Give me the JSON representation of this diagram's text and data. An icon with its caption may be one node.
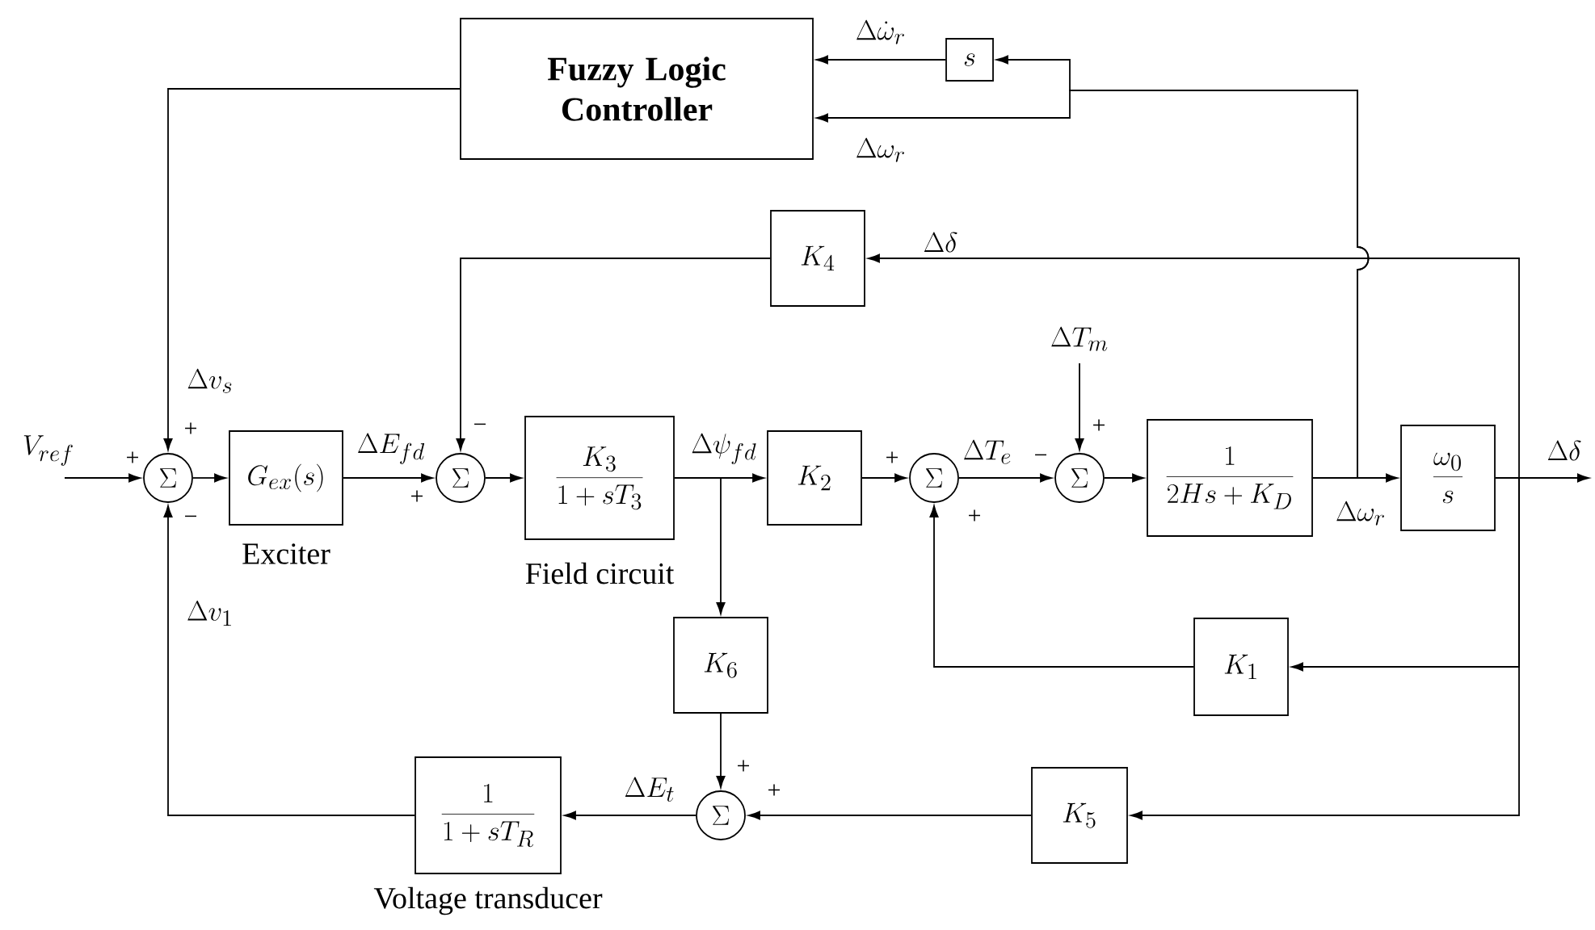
{
  "diagram": {
    "nodes": [
      {
        "text": [
          "Fuzzy Logic Controller"
        ]
      },
      {
        "text": [
          "s"
        ]
      },
      {
        "text": [
          "K_4"
        ]
      },
      {
        "text": [
          "\\Sigma"
        ]
      },
      {
        "text": [
          "G_{ex}(s)"
        ],
        "beside": [
          "Exciter"
        ]
      },
      {
        "text": [
          "\\Sigma"
        ]
      },
      {
        "text": [
          "\\frac{K_3}{1+sT_3}"
        ],
        "beside": [
          "Field circuit"
        ]
      },
      {
        "text": [
          "K_2"
        ]
      },
      {
        "text": [
          "\\Sigma"
        ]
      },
      {
        "text": [
          "\\Sigma"
        ]
      },
      {
        "text": [
          "\\frac{1}{2Hs+K_D}"
        ]
      },
      {
        "text": [
          "\\frac{\\omega_0}{s}"
        ]
      },
      {
        "text": [
          "K_6"
        ]
      },
      {
        "text": [
          "K_1"
        ]
      },
      {
        "text": [
          "\\frac{1}{1+sT_R}"
        ],
        "beside": [
          "Voltage transducer"
        ]
      },
      {
        "text": [
          "\\Sigma"
        ]
      },
      {
        "text": [
          "K_5"
        ]
      }
    ],
    "edges": [
      {
        "from": null,
        "to": 3,
        "arrow": "to",
        "label": "V_{ref}"
      },
      {
        "from": 3,
        "to": 4,
        "arrow": "to"
      },
      {
        "from": 4,
        "to": 5,
        "arrow": "to",
        "label": "\\Delta E_{fd}"
      },
      {
        "from": 5,
        "to": 6,
        "arrow": "to"
      },
      {
        "from": 6,
        "to": 7,
        "arrow": "to",
        "label": "\\Delta\\psi_{fd}"
      },
      {
        "from": 6,
        "to": 12,
        "arrow": "to"
      },
      {
        "from": 7,
        "to": 8,
        "arrow": "to"
      },
      {
        "from": 8,
        "to": 9,
        "arrow": "to",
        "label": "\\Delta T_e"
      },
      {
        "from": null,
        "to": 9,
        "arrow": "to",
        "label": "\\Delta T_m"
      },
      {
        "from": 9,
        "to": 10,
        "arrow": "to"
      },
      {
        "from": 10,
        "to": 11,
        "arrow": "to",
        "label": "\\Delta\\omega_r"
      },
      {
        "from": 11,
        "to": null,
        "arrow": "to",
        "label": "\\Delta\\delta"
      },
      {
        "from": 10,
        "to": 1,
        "arrow": "to"
      },
      {
        "from": 10,
        "to": 0,
        "arrow": "to",
        "label": "\\Delta\\omega_r"
      },
      {
        "from": 1,
        "to": 0,
        "arrow": "to",
        "label": "\\Delta\\dot{\\omega}_r"
      },
      {
        "from": 0,
        "to": 3,
        "arrow": "to",
        "label": "\\Delta v_s"
      },
      {
        "from": 11,
        "to": 2,
        "arrow": "to",
        "label": "\\Delta\\delta"
      },
      {
        "from": 2,
        "to": 5,
        "arrow": "to"
      },
      {
        "from": 11,
        "to": 13,
        "arrow": "to"
      },
      {
        "from": 13,
        "to": 8,
        "arrow": "to"
      },
      {
        "from": 11,
        "to": 16,
        "arrow": "to"
      },
      {
        "from": 16,
        "to": 15,
        "arrow": "to"
      },
      {
        "from": 12,
        "to": 15,
        "arrow": "to"
      },
      {
        "from": 15,
        "to": 14,
        "arrow": "to",
        "label": "\\Delta E_t"
      },
      {
        "from": 14,
        "to": 3,
        "arrow": "to",
        "label": "\\Delta v_1"
      }
    ],
    "labels": [
      "+",
      "−",
      "+",
      "+",
      "+",
      "−",
      "+",
      "+",
      "−",
      "+",
      "+"
    ]
  }
}
